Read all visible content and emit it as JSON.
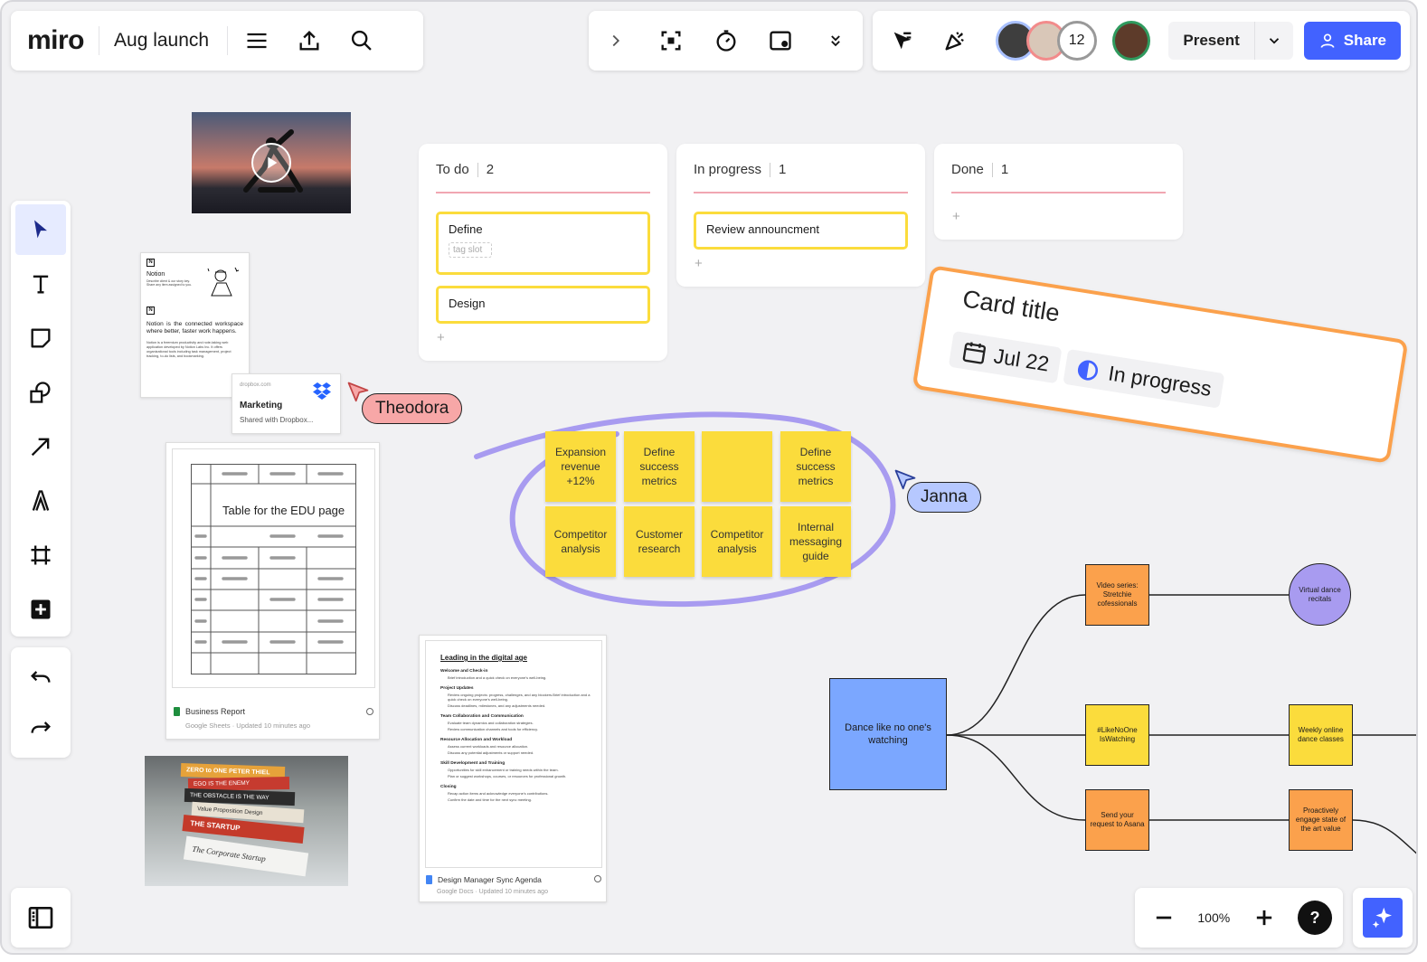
{
  "app": {
    "logo": "miro",
    "board_title": "Aug launch"
  },
  "toolbar_right": {
    "present_label": "Present",
    "share_label": "Share",
    "collaborator_count": "12"
  },
  "zoom": {
    "level": "100%",
    "help": "?"
  },
  "colors": {
    "accent": "#4262ff",
    "sticky": "#fbdc3c",
    "orange": "#fba14c",
    "lavender": "#a89bf0",
    "blue_node": "#7ba7ff"
  },
  "kanban": {
    "todo": {
      "title": "To do",
      "count": "2",
      "cards": [
        "Define",
        "Design"
      ],
      "tag": "tag slot"
    },
    "inprogress": {
      "title": "In progress",
      "count": "1",
      "cards": [
        "Review announcment"
      ]
    },
    "done": {
      "title": "Done",
      "count": "1"
    },
    "plus": "+"
  },
  "card": {
    "title": "Card title",
    "date": "Jul 22",
    "status": "In progress"
  },
  "cursors": {
    "theodora": "Theodora",
    "janna": "Janna"
  },
  "stickies": [
    "Expansion revenue +12%",
    "Define success metrics",
    "",
    "Define success metrics",
    "Competitor analysis",
    "Customer research",
    "Competitor analysis",
    "Internal messaging guide"
  ],
  "mindmap": {
    "root": "Dance like no one's watching",
    "n1": "Video series: Stretchie cofessionals",
    "n2": "Virtual dance recitals",
    "n3": "#LikeNoOne IsWatching",
    "n4": "Weekly online dance classes",
    "n5": "Send your request to Asana",
    "n6": "Proactively engage state of the art value"
  },
  "notion": {
    "brand": "Notion",
    "tagline": "Notion is the connected workspace where better, faster work happens.",
    "small_1": "Describe client & our story key. Share any item assigned to you.",
    "small_2": "Notion is a freemium productivity and note-taking web application developed by Notion Labs Inc. It offers organizational tools including task management, project tracking, to-do lists, and bookmarking."
  },
  "dropbox": {
    "domain": "dropbox.com",
    "title": "Marketing",
    "subtitle": "Shared with Dropbox..."
  },
  "sheet": {
    "title": "Table for the EDU page",
    "name": "Business Report",
    "meta": "Google Sheets · Updated 10 minutes ago"
  },
  "gdoc": {
    "heading": "Leading in the digital age",
    "sections": [
      {
        "title": "Welcome and Check-in",
        "items": [
          "Brief introduction and a quick check on everyone's well-being."
        ]
      },
      {
        "title": "Project Updates",
        "items": [
          "Review ongoing projects: progress, challenges, and any blockers.Brief introduction and a quick check on everyone's well-being.",
          "Discuss deadlines, milestones, and any adjustments needed."
        ]
      },
      {
        "title": "Team Collaboration and Communication",
        "items": [
          "Evaluate team dynamics and collaboration strategies.",
          "Review communication channels and tools for efficiency."
        ]
      },
      {
        "title": "Resource Allocation and Workload",
        "items": [
          "Assess current workloads and resource allocation.",
          "Discuss any potential adjustments or support needed."
        ]
      },
      {
        "title": "Skill Development and Training",
        "items": [
          "Opportunities for skill enhancement or training needs within the team.",
          "Plan or suggest workshops, courses, or resources for professional growth."
        ]
      },
      {
        "title": "Closing",
        "items": [
          "Recap action items and acknowledge everyone's contributions.",
          "Confirm the date and time for the next sync meeting."
        ]
      }
    ],
    "name": "Design Manager Sync Agenda",
    "meta": "Google Docs · Updated 10 minutes ago"
  },
  "books": [
    "ZERO to ONE  PETER THIEL",
    "EGO IS THE ENEMY",
    "THE OBSTACLE IS THE WAY",
    "Value Proposition Design",
    "THE STARTUP",
    "The Corporate Startup"
  ]
}
